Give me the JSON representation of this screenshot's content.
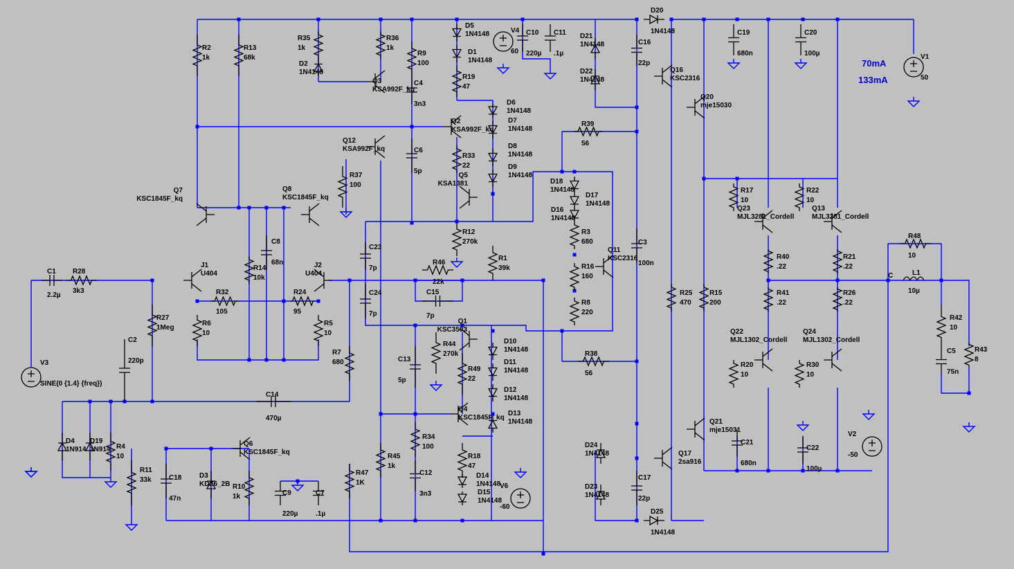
{
  "annotations": {
    "current1": "70mA",
    "current2": "133mA"
  },
  "sources": [
    {
      "ref": "V1",
      "val": "50"
    },
    {
      "ref": "V2",
      "val": "-50"
    },
    {
      "ref": "V3",
      "val": "SINE(0 {1.4} {freq})"
    },
    {
      "ref": "V4",
      "val": "60"
    },
    {
      "ref": "V6",
      "val": "-60"
    }
  ],
  "resistors": [
    {
      "ref": "R1",
      "val": "39k"
    },
    {
      "ref": "R2",
      "val": "1k"
    },
    {
      "ref": "R3",
      "val": "680"
    },
    {
      "ref": "R4",
      "val": "10"
    },
    {
      "ref": "R5",
      "val": "10"
    },
    {
      "ref": "R6",
      "val": "10"
    },
    {
      "ref": "R7",
      "val": "680"
    },
    {
      "ref": "R8",
      "val": "220"
    },
    {
      "ref": "R9",
      "val": "100"
    },
    {
      "ref": "R10",
      "val": "1k"
    },
    {
      "ref": "R11",
      "val": "33k"
    },
    {
      "ref": "R12",
      "val": "270k"
    },
    {
      "ref": "R13",
      "val": "68k"
    },
    {
      "ref": "R14",
      "val": "10k"
    },
    {
      "ref": "R15",
      "val": "200"
    },
    {
      "ref": "R16",
      "val": "160"
    },
    {
      "ref": "R17",
      "val": "10"
    },
    {
      "ref": "R18",
      "val": "47"
    },
    {
      "ref": "R19",
      "val": "47"
    },
    {
      "ref": "R20",
      "val": "10"
    },
    {
      "ref": "R21",
      "val": ".22"
    },
    {
      "ref": "R22",
      "val": "10"
    },
    {
      "ref": "R24",
      "val": "95"
    },
    {
      "ref": "R25",
      "val": "470"
    },
    {
      "ref": "R26",
      "val": ".22"
    },
    {
      "ref": "R27",
      "val": "1Meg"
    },
    {
      "ref": "R28",
      "val": "3k3"
    },
    {
      "ref": "R30",
      "val": "10"
    },
    {
      "ref": "R32",
      "val": "105"
    },
    {
      "ref": "R33",
      "val": "22"
    },
    {
      "ref": "R34",
      "val": "100"
    },
    {
      "ref": "R35",
      "val": "1k"
    },
    {
      "ref": "R36",
      "val": "1k"
    },
    {
      "ref": "R37",
      "val": "100"
    },
    {
      "ref": "R38",
      "val": "56"
    },
    {
      "ref": "R39",
      "val": "56"
    },
    {
      "ref": "R40",
      "val": ".22"
    },
    {
      "ref": "R41",
      "val": ".22"
    },
    {
      "ref": "R42",
      "val": "10"
    },
    {
      "ref": "R43",
      "val": "8"
    },
    {
      "ref": "R44",
      "val": "270k"
    },
    {
      "ref": "R45",
      "val": "1k"
    },
    {
      "ref": "R46",
      "val": "22k"
    },
    {
      "ref": "R47",
      "val": "1K"
    },
    {
      "ref": "R48",
      "val": "10"
    },
    {
      "ref": "R49",
      "val": "22"
    }
  ],
  "capacitors": [
    {
      "ref": "C1",
      "val": "2.2µ"
    },
    {
      "ref": "C2",
      "val": "220p"
    },
    {
      "ref": "C3",
      "val": "100n"
    },
    {
      "ref": "C4",
      "val": "3n3"
    },
    {
      "ref": "C5",
      "val": "75n"
    },
    {
      "ref": "C6",
      "val": "5p"
    },
    {
      "ref": "C7",
      "val": ".1µ"
    },
    {
      "ref": "C8",
      "val": "68n"
    },
    {
      "ref": "C9",
      "val": "220µ"
    },
    {
      "ref": "C10",
      "val": "220µ"
    },
    {
      "ref": "C11",
      "val": ".1µ"
    },
    {
      "ref": "C12",
      "val": "3n3"
    },
    {
      "ref": "C13",
      "val": "5p"
    },
    {
      "ref": "C14",
      "val": "470µ"
    },
    {
      "ref": "C15",
      "val": "7p"
    },
    {
      "ref": "C16",
      "val": "22p"
    },
    {
      "ref": "C17",
      "val": "22p"
    },
    {
      "ref": "C18",
      "val": "47n"
    },
    {
      "ref": "C19",
      "val": "680n"
    },
    {
      "ref": "C20",
      "val": "100µ"
    },
    {
      "ref": "C21",
      "val": "680n"
    },
    {
      "ref": "C22",
      "val": "100µ"
    },
    {
      "ref": "C23",
      "val": "7p"
    },
    {
      "ref": "C24",
      "val": "7p"
    }
  ],
  "diodes": [
    {
      "ref": "D1",
      "val": "1N4148"
    },
    {
      "ref": "D2",
      "val": "1N4148"
    },
    {
      "ref": "D3",
      "val": "KDZ6_2B"
    },
    {
      "ref": "D4",
      "val": "1N914"
    },
    {
      "ref": "D5",
      "val": "1N4148"
    },
    {
      "ref": "D6",
      "val": "1N4148"
    },
    {
      "ref": "D7",
      "val": "1N4148"
    },
    {
      "ref": "D8",
      "val": "1N4148"
    },
    {
      "ref": "D9",
      "val": "1N4148"
    },
    {
      "ref": "D10",
      "val": "1N4148"
    },
    {
      "ref": "D11",
      "val": "1N4148"
    },
    {
      "ref": "D12",
      "val": "1N4148"
    },
    {
      "ref": "D13",
      "val": "1N4148"
    },
    {
      "ref": "D14",
      "val": "1N4148"
    },
    {
      "ref": "D15",
      "val": "1N4148"
    },
    {
      "ref": "D16",
      "val": "1N4148"
    },
    {
      "ref": "D17",
      "val": "1N4148"
    },
    {
      "ref": "D18",
      "val": "1N4148"
    },
    {
      "ref": "D19",
      "val": "1N914"
    },
    {
      "ref": "D20",
      "val": "1N4148"
    },
    {
      "ref": "D21",
      "val": "1N4148"
    },
    {
      "ref": "D22",
      "val": "1N4148"
    },
    {
      "ref": "D23",
      "val": "1N4148"
    },
    {
      "ref": "D24",
      "val": "1N4148"
    },
    {
      "ref": "D25",
      "val": "1N4148"
    }
  ],
  "transistors": [
    {
      "ref": "Q1",
      "val": "KSC3503"
    },
    {
      "ref": "Q2",
      "val": "KSA992F_kq"
    },
    {
      "ref": "Q3",
      "val": "KSA992F_kq"
    },
    {
      "ref": "Q4",
      "val": "KSC1845F_kq"
    },
    {
      "ref": "Q5",
      "val": "KSA1381"
    },
    {
      "ref": "Q6",
      "val": "KSC1845F_kq"
    },
    {
      "ref": "Q7",
      "val": "KSC1845F_kq"
    },
    {
      "ref": "Q8",
      "val": "KSC1845F_kq"
    },
    {
      "ref": "Q11",
      "val": "KSC2316"
    },
    {
      "ref": "Q12",
      "val": "KSA992F_kq"
    },
    {
      "ref": "Q13",
      "val": "MJL3281_Cordell"
    },
    {
      "ref": "Q16",
      "val": "KSC2316"
    },
    {
      "ref": "Q17",
      "val": "2sa916"
    },
    {
      "ref": "Q20",
      "val": "mje15030"
    },
    {
      "ref": "Q21",
      "val": "mje15031"
    },
    {
      "ref": "Q22",
      "val": "MJL1302_Cordell"
    },
    {
      "ref": "Q23",
      "val": "MJL3281_Cordell"
    },
    {
      "ref": "Q24",
      "val": "MJL1302_Cordell"
    },
    {
      "ref": "J1",
      "val": "U404"
    },
    {
      "ref": "J2",
      "val": "U404"
    }
  ],
  "inductors": [
    {
      "ref": "L1",
      "val": "10µ"
    }
  ],
  "nodes": [
    {
      "label": "C"
    }
  ]
}
